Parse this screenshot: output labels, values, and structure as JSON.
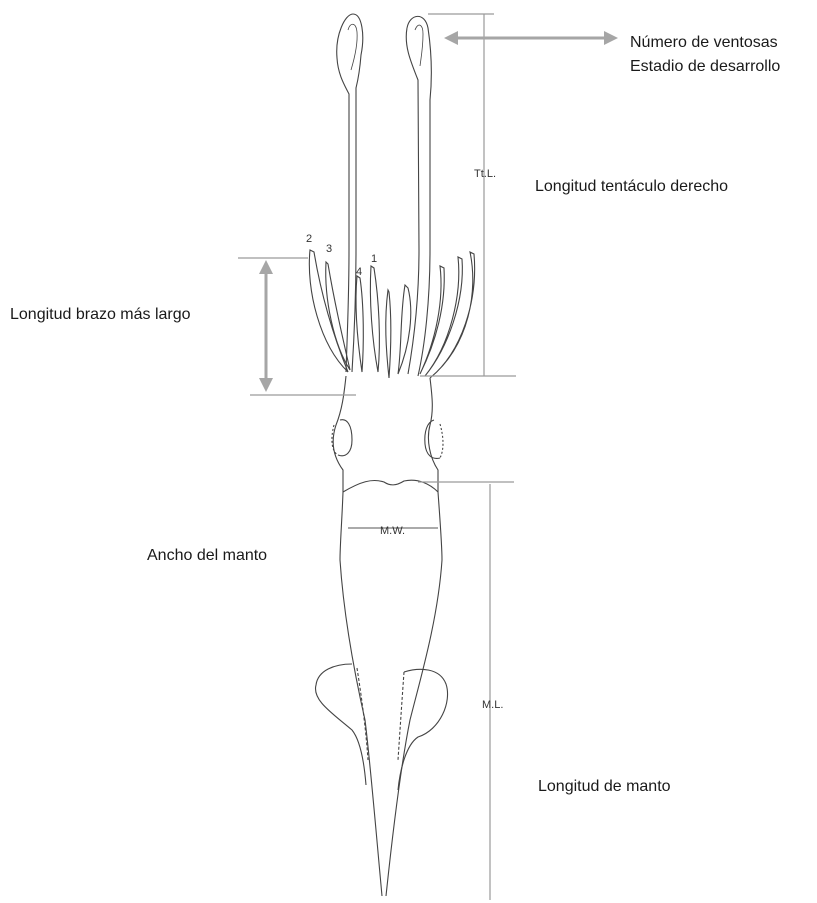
{
  "labels": {
    "suckers_count": "Número de ventosas",
    "development_stage": "Estadio de desarrollo",
    "right_tentacle_length": "Longitud tentáculo derecho",
    "longest_arm_length": "Longitud brazo más largo",
    "mantle_width": "Ancho del manto",
    "mantle_length": "Longitud de manto"
  },
  "drawing_marks": {
    "ttl": "Tt.L.",
    "mw": "M.W.",
    "ml": "M.L.",
    "arm_2": "2",
    "arm_3": "3",
    "arm_4": "4",
    "arm_1": "1"
  },
  "colors": {
    "arrow_gray": "#a6a6a6",
    "line_gray": "#9a9a9a",
    "ink": "#444444"
  }
}
